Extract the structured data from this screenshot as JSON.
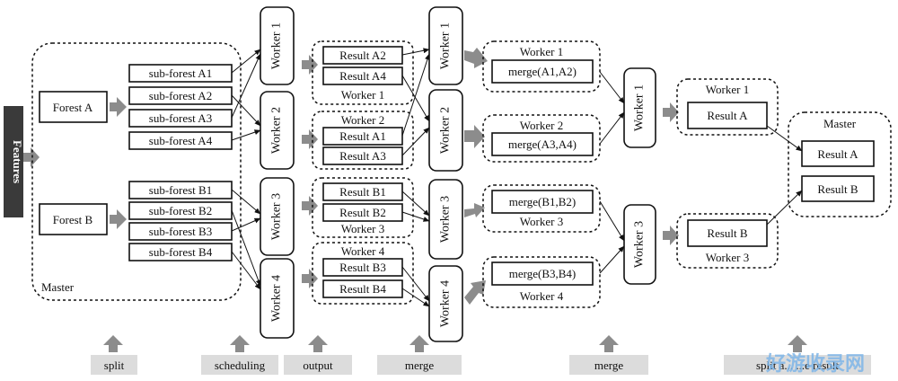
{
  "features_label": "Features",
  "master_label": "Master",
  "forests": [
    "Forest A",
    "Forest B"
  ],
  "sub_forests": [
    "sub-forest A1",
    "sub-forest A2",
    "sub-forest A3",
    "sub-forest A4",
    "sub-forest B1",
    "sub-forest B2",
    "sub-forest B3",
    "sub-forest B4"
  ],
  "workers": [
    "Worker 1",
    "Worker 2",
    "Worker 3",
    "Worker 4"
  ],
  "results": [
    "Result A2",
    "Result A4",
    "Result A1",
    "Result A3",
    "Result B1",
    "Result B2",
    "Result B3",
    "Result B4"
  ],
  "merges": [
    "merge(A1,A2)",
    "merge(A3,A4)",
    "merge(B1,B2)",
    "merge(B3,B4)"
  ],
  "final_results": [
    "Result A",
    "Result B"
  ],
  "steps": [
    "split",
    "scheduling",
    "output",
    "merge",
    "merge",
    "split a... ...e result"
  ],
  "watermark": "好游收录网",
  "colors": {
    "line": "#111111",
    "arrow": "#8c8c8c",
    "step_bg": "#dcdcdc",
    "features_bg": "#3a3a3a"
  }
}
